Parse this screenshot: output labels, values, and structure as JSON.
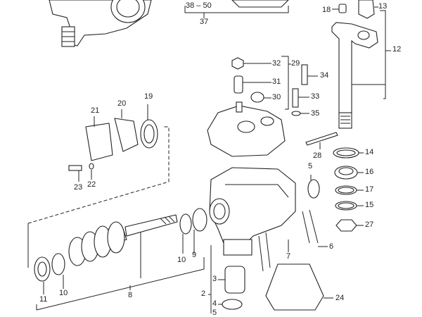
{
  "diagram": {
    "title": "Steering gear exploded view",
    "labels": {
      "l38_50": "38 – 50",
      "l37": "37",
      "l18": "18",
      "l13": "13",
      "l12": "12",
      "l32": "32",
      "l29": "29",
      "l31": "31",
      "l30": "30",
      "l34": "34",
      "l33": "33",
      "l35": "35",
      "l21": "21",
      "l20": "20",
      "l19": "19",
      "l23": "23",
      "l22": "22",
      "l28": "28",
      "l14": "14",
      "l16": "16",
      "l17": "17",
      "l15": "15",
      "l27": "27",
      "l5a": "5",
      "l6": "6",
      "l7": "7",
      "l11": "11",
      "l10a": "10",
      "l8": "8",
      "l10b": "10",
      "l9": "9",
      "l2": "2",
      "l3": "3",
      "l4": "4",
      "l5b": "5",
      "l24": "24"
    }
  }
}
